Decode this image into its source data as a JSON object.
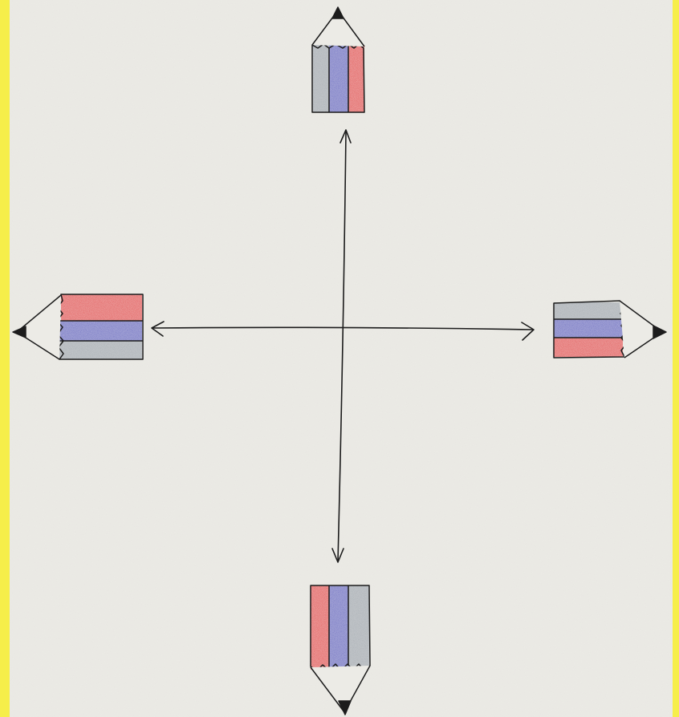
{
  "colors": {
    "frame": "#f6ee4a",
    "paper": "#ecebe6",
    "ink": "#1c1c1c",
    "pencil_red": "#e35552",
    "pencil_blue": "#6e6fc4",
    "pencil_gray": "#a7adb3"
  },
  "scene": {
    "pencil_count": 4,
    "pencils": [
      {
        "direction": "up",
        "stripes": [
          "gray",
          "blue",
          "red"
        ]
      },
      {
        "direction": "left",
        "stripes": [
          "red",
          "blue",
          "gray"
        ]
      },
      {
        "direction": "right",
        "stripes": [
          "gray",
          "blue",
          "red"
        ]
      },
      {
        "direction": "down",
        "stripes": [
          "red",
          "blue",
          "gray"
        ]
      }
    ]
  }
}
